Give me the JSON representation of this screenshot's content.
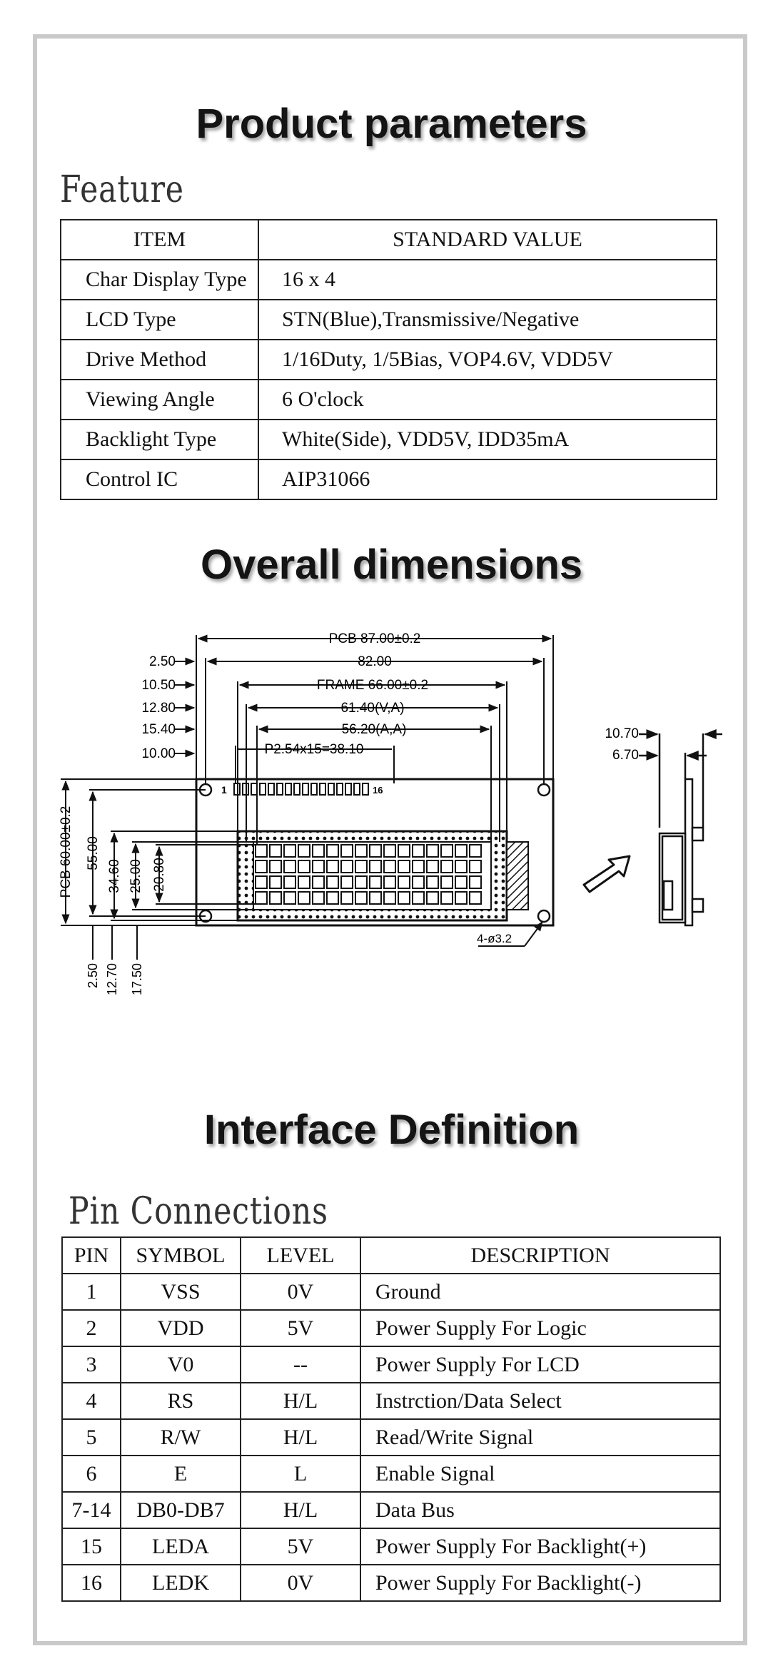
{
  "headings": {
    "product": "Product parameters",
    "feature": "Feature",
    "overall": "Overall dimensions",
    "interface": "Interface Definition",
    "pin_connections": "Pin Connections"
  },
  "feature_table": {
    "headers": [
      "ITEM",
      "STANDARD VALUE"
    ],
    "rows": [
      [
        "Char Display Type",
        "16 x 4"
      ],
      [
        "LCD Type",
        "STN(Blue),Transmissive/Negative"
      ],
      [
        "Drive Method",
        "1/16Duty, 1/5Bias, VOP4.6V, VDD5V"
      ],
      [
        "Viewing Angle",
        "6 O'clock"
      ],
      [
        "Backlight Type",
        "White(Side), VDD5V, IDD35mA"
      ],
      [
        "Control IC",
        "AIP31066"
      ]
    ]
  },
  "dimensions": {
    "pcb_w": "PCB 87.00±0.2",
    "w82": "82.00",
    "frame": "FRAME 66.00±0.2",
    "va": "61.40(V,A)",
    "aa": "56.20(A,A)",
    "pitch": "P2.54x15=38.10",
    "l250": "2.50",
    "l1050": "10.50",
    "l1280": "12.80",
    "l1540": "15.40",
    "l1000": "10.00",
    "pin1": "1",
    "pin16": "16",
    "pcb_h": "PCB 60.00±0.2",
    "h55": "55.00",
    "h346": "34.60",
    "h25": "25.00",
    "h208": "20.80",
    "b250": "2.50",
    "b1270": "12.70",
    "b1750": "17.50",
    "holes": "4-ø3.2",
    "side1": "10.70",
    "side2": "6.70"
  },
  "pin_table": {
    "headers": [
      "PIN",
      "SYMBOL",
      "LEVEL",
      "DESCRIPTION"
    ],
    "rows": [
      [
        "1",
        "VSS",
        "0V",
        "Ground"
      ],
      [
        "2",
        "VDD",
        "5V",
        "Power Supply For Logic"
      ],
      [
        "3",
        "V0",
        "--",
        "Power Supply For LCD"
      ],
      [
        "4",
        "RS",
        "H/L",
        "Instrction/Data Select"
      ],
      [
        "5",
        "R/W",
        "H/L",
        "Read/Write Signal"
      ],
      [
        "6",
        "E",
        "L",
        "Enable Signal"
      ],
      [
        "7-14",
        "DB0-DB7",
        "H/L",
        "Data Bus"
      ],
      [
        "15",
        "LEDA",
        "5V",
        "Power Supply For Backlight(+)"
      ],
      [
        "16",
        "LEDK",
        "0V",
        "Power Supply For Backlight(-)"
      ]
    ]
  }
}
